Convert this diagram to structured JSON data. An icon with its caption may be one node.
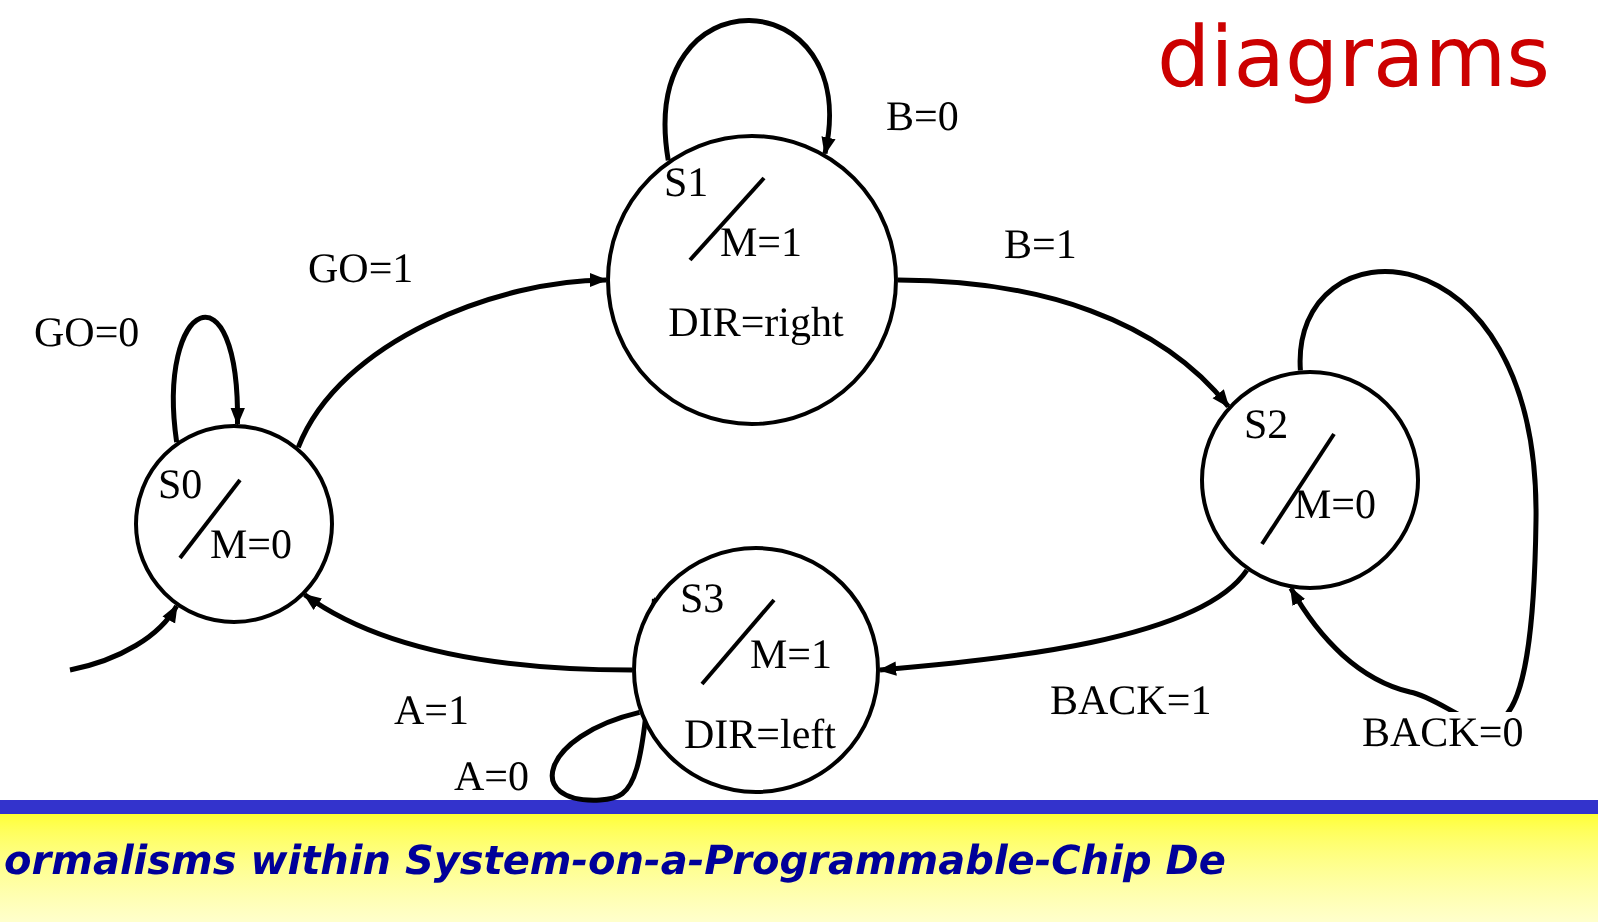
{
  "diagram": {
    "title": "diagrams",
    "nodes": [
      {
        "text": [
          "S0",
          "M=0"
        ]
      },
      {
        "text": [
          "S1",
          "M=1",
          "DIR=right"
        ]
      },
      {
        "text": [
          "S2",
          "M=0"
        ]
      },
      {
        "text": [
          "S3",
          "M=1",
          "DIR=left"
        ]
      }
    ],
    "edges": [
      {
        "from": null,
        "to": 0,
        "arrow": "to"
      },
      {
        "from": 0,
        "to": 0,
        "label": "GO=0",
        "arrow": "to"
      },
      {
        "from": 0,
        "to": 1,
        "label": "GO=1",
        "arrow": "to"
      },
      {
        "from": 1,
        "to": 1,
        "label": "B=0",
        "arrow": "to"
      },
      {
        "from": 1,
        "to": 2,
        "label": "B=1",
        "arrow": "to"
      },
      {
        "from": 2,
        "to": 2,
        "label": "BACK=0",
        "arrow": "to"
      },
      {
        "from": 2,
        "to": 3,
        "label": "BACK=1",
        "arrow": "to"
      },
      {
        "from": 3,
        "to": 0,
        "label": "A=1",
        "arrow": "to"
      },
      {
        "from": 3,
        "to": 3,
        "label": "A=0",
        "arrow": "to"
      }
    ],
    "labels": [
      "ormalisms within System-on-a-Programmable-Chip De"
    ]
  }
}
